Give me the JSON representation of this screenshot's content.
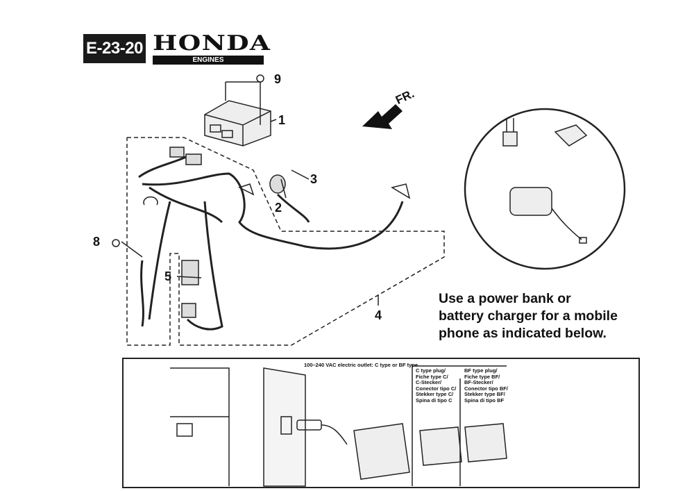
{
  "header": {
    "diagram_code": "E-23-20",
    "brand": "HONDA",
    "brand_sub": "ENGINES"
  },
  "direction_label": "FR.",
  "callouts": [
    "1",
    "2",
    "3",
    "4",
    "5",
    "8",
    "9"
  ],
  "note": {
    "line1": "Use a power bank or",
    "line2": "battery charger for a mobile",
    "line3": "phone as indicated below."
  },
  "panel": {
    "outlet_label": "100–240 VAC electric outlet: C type or BF type",
    "c_type": [
      "C type plug/",
      "Fiche type C/",
      "C-Stecker/",
      "Conector tipo C/",
      "Stekker type C/",
      "Spina di tipo C"
    ],
    "bf_type": [
      "BF type plug/",
      "Fiche type BF/",
      "BF-Stecker/",
      "Conector tipo BF/",
      "Stekker type BF/",
      "Spina di tipo BF"
    ]
  }
}
